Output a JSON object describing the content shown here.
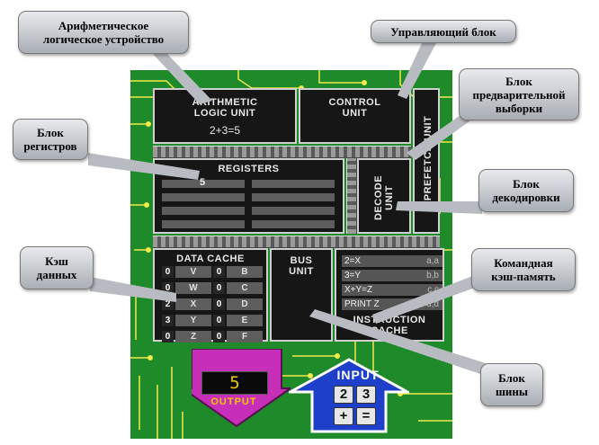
{
  "processor": {
    "alu": {
      "title_line1": "ARITHMETIC",
      "title_line2": "LOGIC UNIT",
      "expression": "2+3=5"
    },
    "control_unit": {
      "title_line1": "CONTROL",
      "title_line2": "UNIT"
    },
    "prefetch_unit": {
      "title": "PREFETCH UNIT"
    },
    "registers": {
      "title": "REGISTERS",
      "first_value": "5"
    },
    "decode_unit": {
      "title": "DECODE UNIT"
    },
    "data_cache": {
      "title": "DATA CACHE",
      "rows": [
        {
          "v1": "0",
          "k1": "V",
          "v2": "0",
          "k2": "B"
        },
        {
          "v1": "0",
          "k1": "W",
          "v2": "0",
          "k2": "C"
        },
        {
          "v1": "2",
          "k1": "X",
          "v2": "0",
          "k2": "D"
        },
        {
          "v1": "3",
          "k1": "Y",
          "v2": "0",
          "k2": "E"
        },
        {
          "v1": "0",
          "k1": "Z",
          "v2": "0",
          "k2": "F"
        }
      ]
    },
    "bus_unit": {
      "title_line1": "BUS",
      "title_line2": "UNIT"
    },
    "instruction_cache": {
      "title_line1": "INSTRUCTION",
      "title_line2": "CACHE",
      "rows": [
        {
          "cmd": "2=X",
          "addr": "a,a"
        },
        {
          "cmd": "3=Y",
          "addr": "b,b"
        },
        {
          "cmd": "X+Y=Z",
          "addr": "c,c"
        },
        {
          "cmd": "PRINT Z",
          "addr": "d,d"
        }
      ]
    },
    "output": {
      "label": "OUTPUT",
      "value": "5"
    },
    "input": {
      "label": "INPUT",
      "keys": [
        "2",
        "3",
        "+",
        "="
      ]
    }
  },
  "callouts": {
    "alu": "Арифметическое\nлогическое устройство",
    "control": "Управляющий блок",
    "prefetch": "Блок\nпредварительной\nвыборки",
    "registers": "Блок\nрегистров",
    "decode": "Блок\nдекодировки",
    "data_cache": "Кэш\nданных",
    "instruction_cache": "Командная\nкэш-память",
    "bus": "Блок\nшины"
  },
  "colors": {
    "board": "#1e8a2a",
    "trace": "#f2e94a",
    "chip": "#161616",
    "output_arrow": "#c72fb9",
    "input_arrow": "#1d3fc9",
    "display_text": "#f0c800"
  }
}
